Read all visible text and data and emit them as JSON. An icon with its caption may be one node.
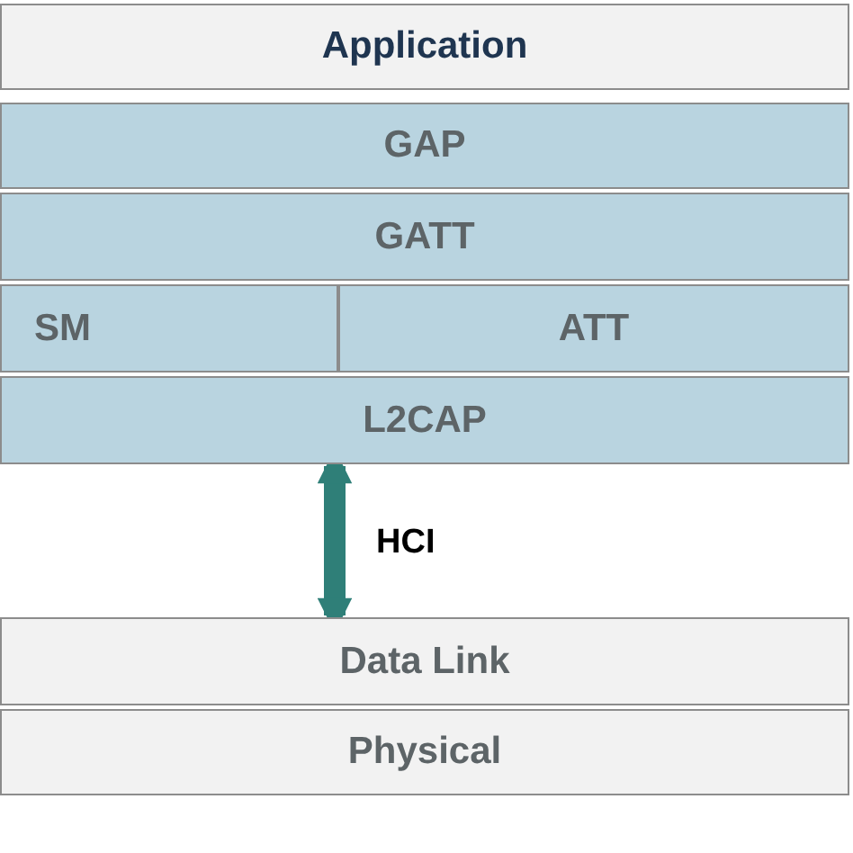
{
  "diagram": {
    "nodes": [
      {
        "text": [
          "Application"
        ]
      },
      {
        "text": [
          "GAP"
        ]
      },
      {
        "text": [
          "GATT"
        ]
      },
      {
        "text": [
          "SM"
        ]
      },
      {
        "text": [
          "ATT"
        ]
      },
      {
        "text": [
          "L2CAP"
        ]
      },
      {
        "text": [
          "Data Link"
        ]
      },
      {
        "text": [
          "Physical"
        ]
      }
    ],
    "edges": [
      {
        "from": 5,
        "to": 6,
        "arrow": "both",
        "label": "HCI",
        "color": "#2f7f78"
      }
    ]
  }
}
